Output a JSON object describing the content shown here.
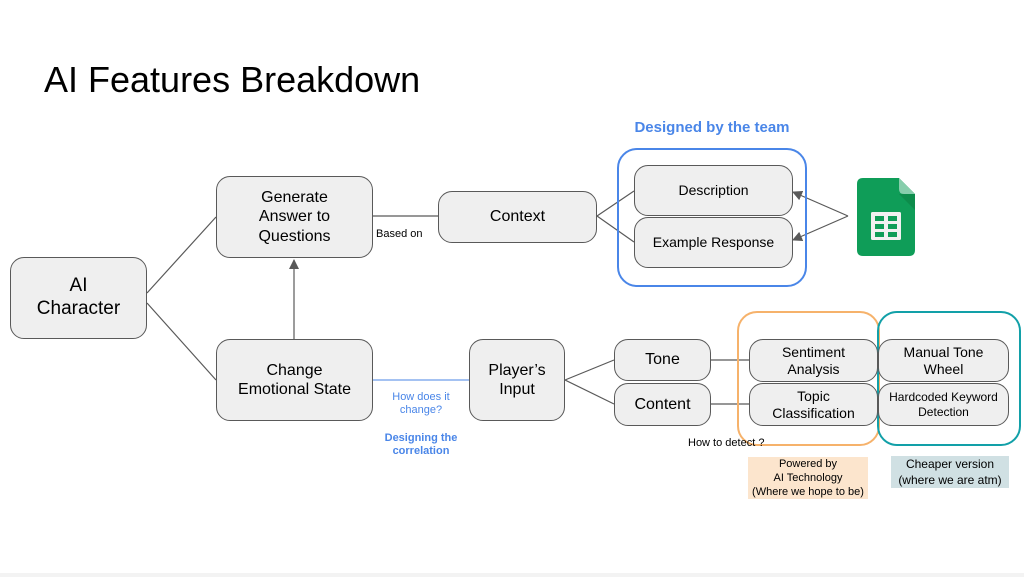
{
  "title": "AI Features Breakdown",
  "nodes": {
    "ai_character": "AI\nCharacter",
    "generate_answer": "Generate\nAnswer to\nQuestions",
    "change_emotional_state": "Change\nEmotional State",
    "context": "Context",
    "players_input": "Player’s\nInput",
    "tone": "Tone",
    "content": "Content",
    "description": "Description",
    "example_response": "Example Response",
    "sentiment_analysis": "Sentiment\nAnalysis",
    "topic_classification": "Topic\nClassification",
    "manual_tone_wheel": "Manual Tone\nWheel",
    "hardcoded_keyword_detection": "Hardcoded Keyword\nDetection"
  },
  "labels": {
    "based_on": "Based on",
    "how_does_it_change": "How does it\nchange?",
    "designing_correlation": "Designing the\ncorrelation",
    "designed_by_team": "Designed by the team",
    "how_to_detect": "How to detect ?",
    "powered_by_ai": "Powered by\nAI Technology\n(Where we hope to be)",
    "cheaper_version": "Cheaper version\n(where we are atm)"
  },
  "icons": {
    "spreadsheet": "google-sheets-icon"
  },
  "colors": {
    "team_group_border": "#4a86e8",
    "team_label": "#4a86e8",
    "correlation_line": "#6d9eeb",
    "ai_group_border": "#f6b26b",
    "ai_label_bg": "#fce5cd",
    "cheap_group_border": "#12a0a8",
    "cheap_label_bg": "#d0e0e3",
    "sheets_green": "#0f9d58"
  }
}
